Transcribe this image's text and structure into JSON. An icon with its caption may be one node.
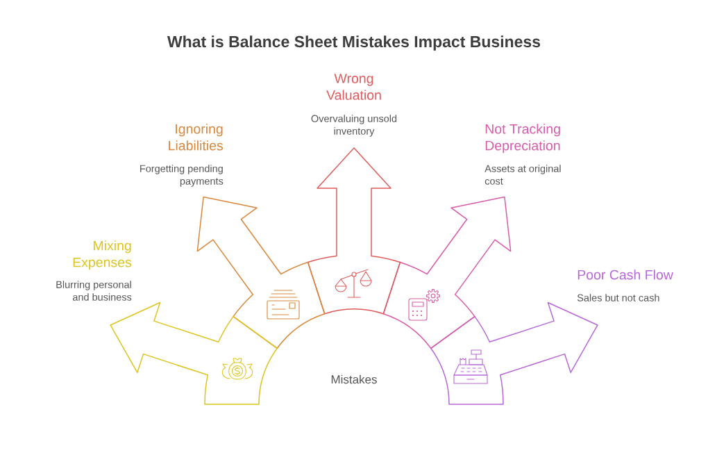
{
  "diagram": {
    "title": "What is Balance Sheet Mistakes Impact Business",
    "nodes": [
      {
        "text": [
          "Mistakes"
        ]
      },
      {
        "text": [
          "Mixing Expenses",
          "Blurring personal and business"
        ]
      },
      {
        "text": [
          "Ignoring Liabilities",
          "Forgetting pending payments"
        ]
      },
      {
        "text": [
          "Wrong Valuation",
          "Overvaluing unsold inventory"
        ]
      },
      {
        "text": [
          "Not Tracking Depreciation",
          "Assets at original cost"
        ]
      },
      {
        "text": [
          "Poor Cash Flow",
          "Sales but not cash"
        ]
      }
    ]
  }
}
